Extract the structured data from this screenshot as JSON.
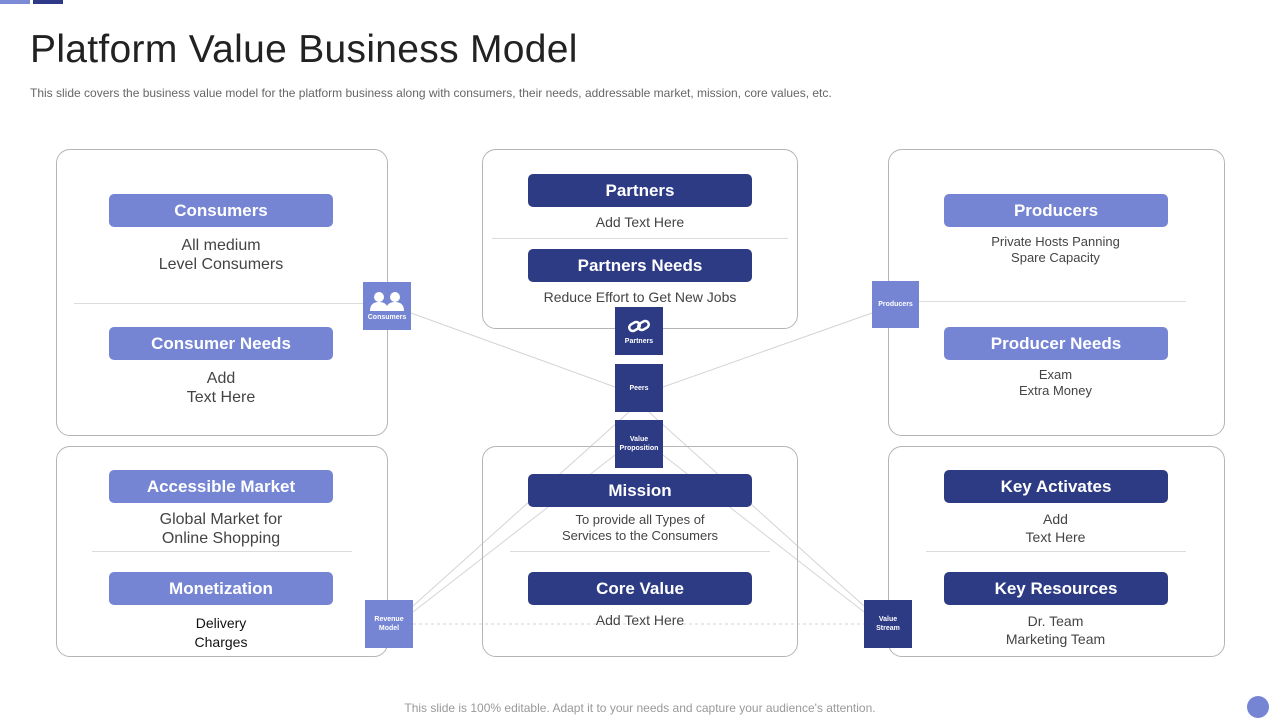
{
  "slide": {
    "title": "Platform Value Business Model",
    "subtitle": "This slide covers the business value model for the platform business along with consumers, their needs, addressable market, mission, core values, etc.",
    "footer": "This slide is 100% editable. Adapt it to your needs and capture your audience's attention."
  },
  "colors": {
    "light": "#7585d4",
    "dark": "#2d3a84",
    "border": "#b5b5b5"
  },
  "panels": {
    "consumers": {
      "heading1": "Consumers",
      "text1_line1": "All medium",
      "text1_line2": "Level Consumers",
      "heading2": "Consumer Needs",
      "text2_line1": "Add",
      "text2_line2": "Text Here"
    },
    "partners": {
      "heading1": "Partners",
      "text1": "Add Text Here",
      "heading2": "Partners Needs",
      "text2": "Reduce Effort to Get  New Jobs"
    },
    "producers": {
      "heading1": "Producers",
      "text1_line1": "Private Hosts Panning",
      "text1_line2": "Spare Capacity",
      "heading2": "Producer Needs",
      "text2_line1": "Exam",
      "text2_line2": "Extra Money"
    },
    "market": {
      "heading1": "Accessible Market",
      "text1_line1": "Global Market for",
      "text1_line2": "Online Shopping",
      "heading2": "Monetization",
      "text2_line1": "Delivery",
      "text2_line2": "Charges"
    },
    "mission": {
      "heading1": "Mission",
      "text1_line1": "To provide  all Types of",
      "text1_line2": "Services  to the Consumers",
      "heading2": "Core Value",
      "text2": "Add Text Here"
    },
    "resources": {
      "heading1": "Key Activates",
      "text1_line1": "Add",
      "text1_line2": "Text Here",
      "heading2": "Key Resources",
      "text2_line1": "Dr. Team",
      "text2_line2": "Marketing Team"
    }
  },
  "nodes": {
    "consumers": {
      "label": "Consumers",
      "icon": "users-icon"
    },
    "producers": {
      "label": "Producers"
    },
    "partners": {
      "label": "Partners",
      "icon": "link-icon"
    },
    "peers": {
      "label": "Peers"
    },
    "value_proposition": {
      "label_line1": "Value",
      "label_line2": "Proposition"
    },
    "revenue_model": {
      "label_line1": "Revenue",
      "label_line2": "Model"
    },
    "value_stream": {
      "label_line1": "Value",
      "label_line2": "Stream"
    }
  }
}
